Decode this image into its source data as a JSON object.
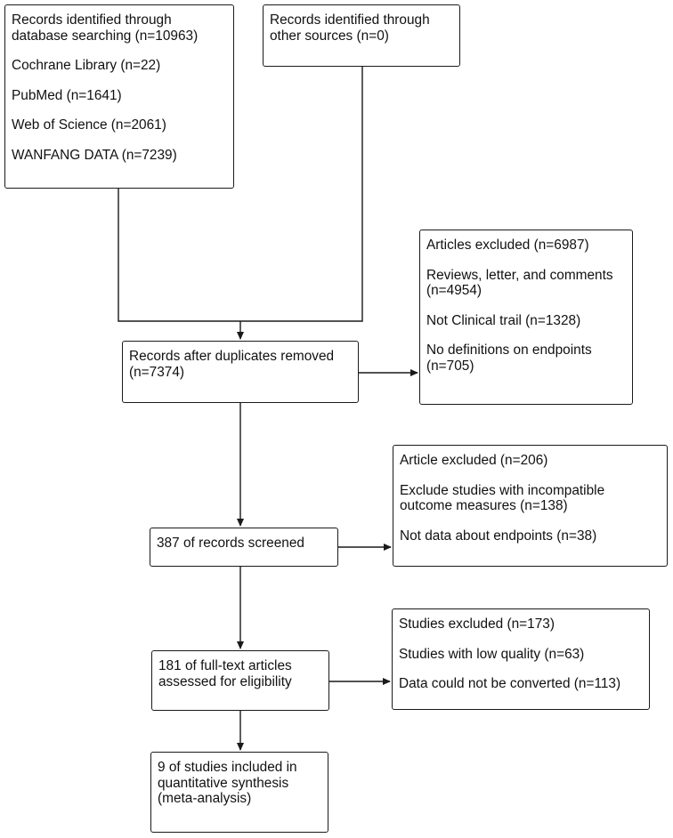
{
  "boxes": {
    "database": {
      "lines": [
        "Records identified through",
        "database searching (n=10963)",
        "Cochrane Library (n=22)",
        "PubMed (n=1641)",
        "Web of Science (n=2061)",
        "WANFANG DATA (n=7239)"
      ]
    },
    "other_sources": {
      "lines": [
        "Records identified through",
        "other sources (n=0)"
      ]
    },
    "duplicates_removed": {
      "lines": [
        "Records after duplicates removed",
        "(n=7374)"
      ]
    },
    "excluded_1": {
      "lines": [
        "Articles excluded (n=6987)",
        "Reviews, letter, and comments",
        "(n=4954)",
        "Not Clinical trail (n=1328)",
        "No definitions on endpoints",
        "(n=705)"
      ]
    },
    "excluded_2": {
      "lines": [
        "Article excluded (n=206)",
        "Exclude studies with incompatible",
        "outcome measures (n=138)",
        "Not data about endpoints (n=38)"
      ]
    },
    "screened": {
      "lines": [
        "387 of records screened"
      ]
    },
    "excluded_3": {
      "lines": [
        "Studies excluded (n=173)",
        "Studies with low quality (n=63)",
        "Data could not be converted (n=113)"
      ]
    },
    "full_text": {
      "lines": [
        "181 of full-text articles",
        "assessed for eligibility"
      ]
    },
    "included": {
      "lines": [
        "9 of studies included in",
        "quantitative synthesis",
        "(meta-analysis)"
      ]
    }
  },
  "colors": {
    "line": "#1a1a1a",
    "background": "#ffffff",
    "text": "#111111"
  }
}
